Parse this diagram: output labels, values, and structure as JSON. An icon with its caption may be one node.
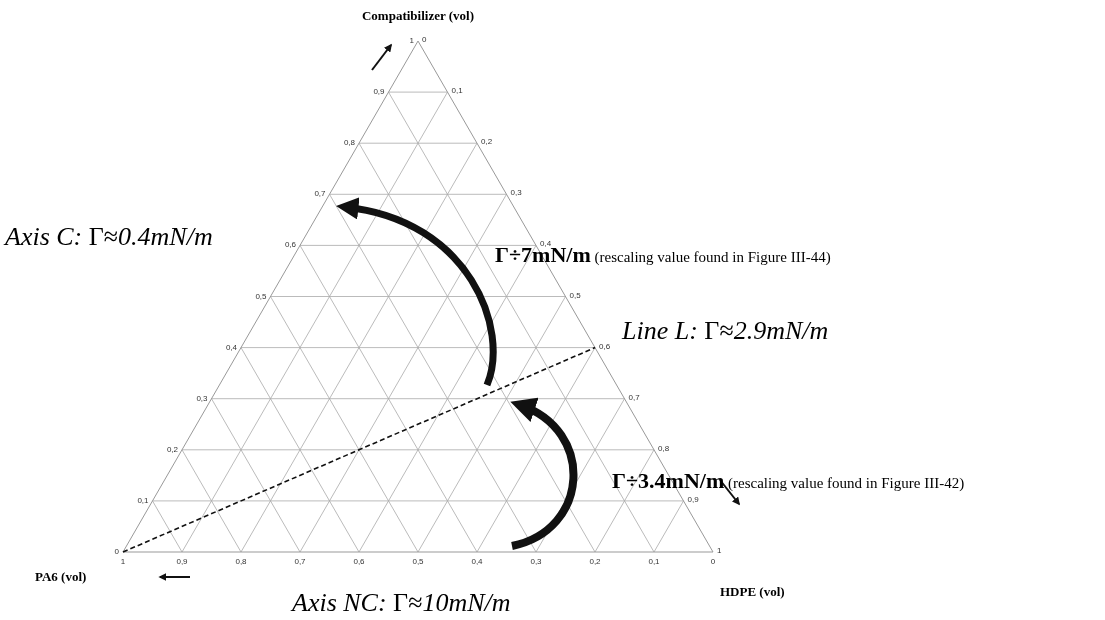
{
  "diagram": {
    "labels": [
      "Compatibilizer (vol)",
      "1",
      "0,9",
      "0,8",
      "0,7",
      "0,6",
      "0,5",
      "0,4",
      "0,3",
      "0,2",
      "0,1",
      "0",
      "0",
      "0,1",
      "0,2",
      "0,3",
      "0,4",
      "0,5",
      "0,6",
      "0,7",
      "0,8",
      "0,9",
      "1",
      "1",
      "0,9",
      "0,8",
      "0,7",
      "0,6",
      "0,5",
      "0,4",
      "0,3",
      "0,2",
      "0,1",
      "0",
      "*Axis C:* Γ≈*0.4mN/m*",
      "**Γ÷7mN/m** (rescaling value found in Figure III-44)",
      "*Line L:* Γ≈*2.9mN/m*",
      "**Γ÷3.4mN/m** (rescaling value found in Figure III-42)",
      "PA6 (vol)",
      "HDPE (vol)",
      "*Axis NC:* Γ≈*10mN/m*"
    ]
  }
}
